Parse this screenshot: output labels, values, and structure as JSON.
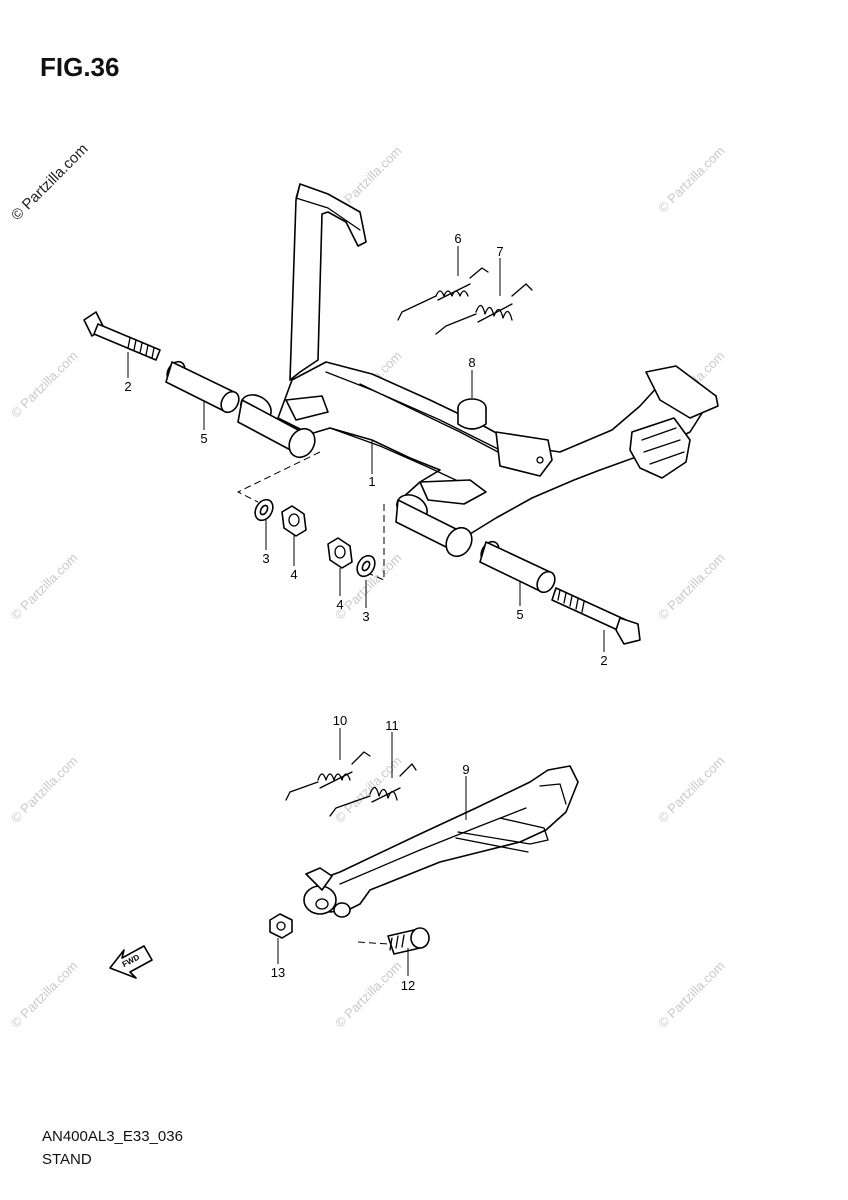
{
  "figure": {
    "title": "FIG.36"
  },
  "footer": {
    "code": "AN400AL3_E33_036",
    "name": "STAND"
  },
  "watermark": {
    "text": "© Partzilla.com"
  },
  "fwd_label": "FWD",
  "callouts": [
    "1",
    "2",
    "2",
    "3",
    "3",
    "4",
    "4",
    "5",
    "5",
    "6",
    "7",
    "8",
    "9",
    "10",
    "11",
    "12",
    "13"
  ]
}
